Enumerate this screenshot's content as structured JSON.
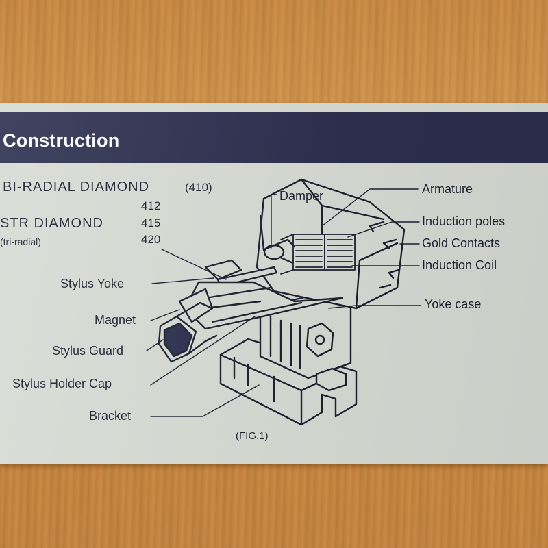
{
  "header": {
    "title": "Construction"
  },
  "models": {
    "line1_name": "BI-RADIAL DIAMOND",
    "line1_code": "(410)",
    "line2_code": "412",
    "line3_name": "STR DIAMOND",
    "line3_code": "415",
    "line4_name": "(tri-radial)",
    "line4_code": "420"
  },
  "labels": {
    "damper": "Damper",
    "armature": "Armature",
    "induction_poles": "Induction poles",
    "gold_contacts": "Gold Contacts",
    "induction_coil": "Induction Coil",
    "yoke_case": "Yoke case",
    "stylus_yoke": "Stylus Yoke",
    "magnet": "Magnet",
    "stylus_guard": "Stylus Guard",
    "stylus_holder_cap": "Stylus Holder Cap",
    "bracket": "Bracket"
  },
  "figure_caption": "(FIG.1)",
  "colors": {
    "header_bg": "#2b2f4e",
    "card_bg": "#d7dbd4",
    "ink": "#1d2130"
  }
}
